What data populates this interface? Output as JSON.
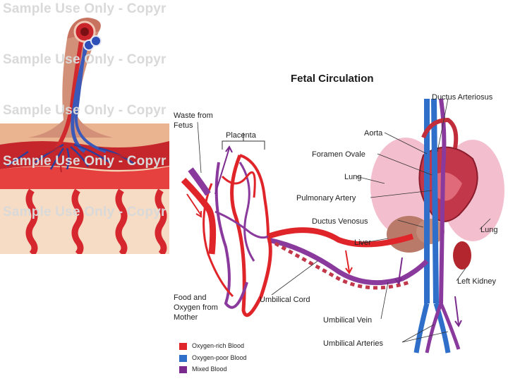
{
  "watermark": "Sample Use Only - Copyr",
  "title": "Fetal Circulation",
  "labels": {
    "waste": "Waste from\nFetus",
    "placenta": "Placenta",
    "aorta": "Aorta",
    "ductus_arteriosus": "Ductus Arteriosus",
    "foramen_ovale": "Foramen Ovale",
    "lung_left": "Lung",
    "pulmonary_artery": "Pulmonary Artery",
    "ductus_venosus": "Ductus Venosus",
    "liver": "Liver",
    "lung_right": "Lung",
    "left_kidney": "Left Kidney",
    "food_oxygen": "Food and\nOxygen from\nMother",
    "umbilical_cord": "Umbilical Cord",
    "umbilical_vein": "Umbilical Vein",
    "umbilical_arteries": "Umbilical Arteries"
  },
  "legend": [
    {
      "label": "Oxygen-rich Blood",
      "color": "#e0252a"
    },
    {
      "label": "Oxygen-poor Blood",
      "color": "#2f6fc9"
    },
    {
      "label": "Mixed Blood",
      "color": "#7a2a8c"
    }
  ],
  "colors": {
    "oxygen_rich": "#e0252a",
    "oxygen_poor": "#2f6fc9",
    "mixed": "#8a3a9c",
    "tissue": "#f2c6a6",
    "lung": "#f4b5c8",
    "liver": "#b97a6a"
  }
}
